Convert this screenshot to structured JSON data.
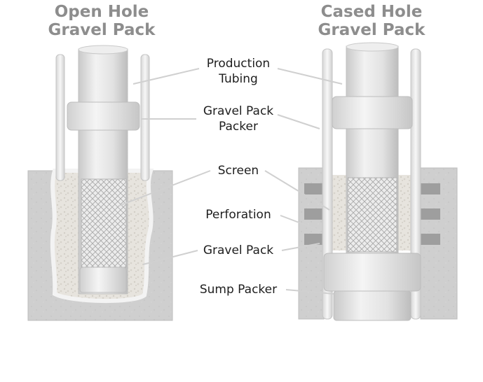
{
  "titles": {
    "left": [
      "Open Hole",
      "Gravel Pack"
    ],
    "right": [
      "Cased Hole",
      "Gravel Pack"
    ]
  },
  "labels": {
    "production_tubing": [
      "Production",
      "Tubing"
    ],
    "gravel_pack_packer": [
      "Gravel Pack",
      "Packer"
    ],
    "screen": "Screen",
    "perforation": "Perforation",
    "gravel_pack": "Gravel Pack",
    "sump_packer": "Sump Packer"
  },
  "colors": {
    "formation": "#cfcfcf",
    "steel": "#e4e4e4",
    "gravel": "#e6e3dc",
    "leader": "#d8d8d8",
    "text": "#1e1e1e",
    "title": "#8d8d8d"
  }
}
